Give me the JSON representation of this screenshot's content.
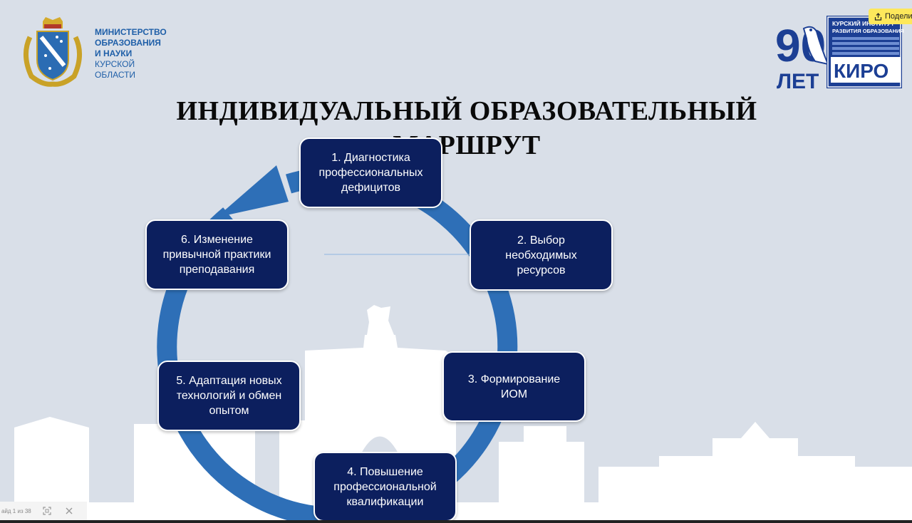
{
  "slide": {
    "title_line1": "ИНДИВИДУАЛЬНЫЙ ОБРАЗОВАТЕЛЬНЫЙ",
    "title_line2": "МАРШРУТ"
  },
  "ministry": {
    "line1": "МИНИСТЕРСТВО",
    "line2": "ОБРАЗОВАНИЯ",
    "line3": "И НАУКИ",
    "line4": "КУРСКОЙ",
    "line5": "ОБЛАСТИ"
  },
  "kiro_logo": {
    "years_number": "90",
    "years_word": "ЛЕТ",
    "institute_line1": "КУРСКИЙ ИНСТИТУТ",
    "institute_line2": "РАЗВИТИЯ ОБРАЗОВАНИЯ",
    "abbr": "КИРО"
  },
  "steps": [
    "1. Диагностика\nпрофессиональных\nдефицитов",
    "2. Выбор\nнеобходимых\nресурсов",
    "3. Формирование\nИОМ",
    "4. Повышение\nпрофессиональной\nквалификации",
    "5. Адаптация новых\nтехнологий и обмен\nопытом",
    "6. Изменение\nпривычной практики\nпреподавания"
  ],
  "viewer": {
    "share_label": "Подели",
    "pager_text": "айд 1 из 38"
  },
  "colors": {
    "background": "#d9dfe8",
    "ring": "#2e6fb7",
    "box": "#0c1f5e",
    "ministry_text": "#1f5fa8",
    "kiro_blue": "#1c3f94"
  },
  "icons": [
    "coat-of-arms-icon",
    "bird-icon",
    "share-icon",
    "fit-screen-icon",
    "close-icon"
  ]
}
